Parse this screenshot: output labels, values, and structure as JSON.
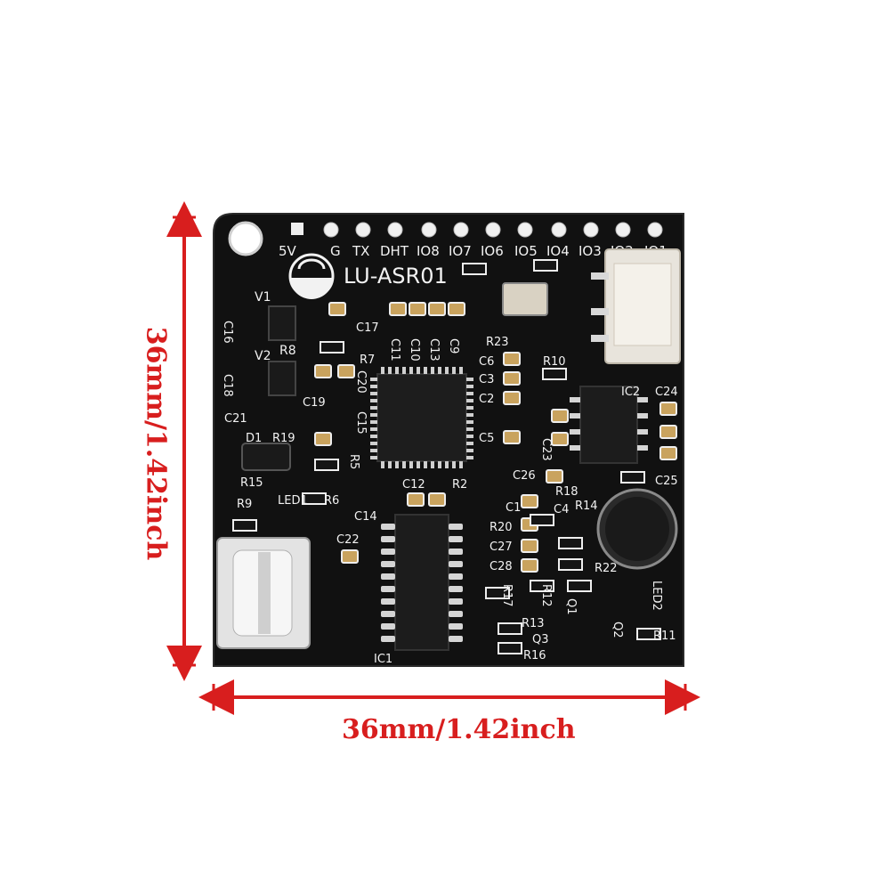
{
  "dimensions": {
    "width_label": "36mm/1.42inch",
    "height_label": "36mm/1.42inch",
    "color": "#d81e1e"
  },
  "board": {
    "name": "LU-ASR01",
    "pcb_color": "#111111",
    "silkscreen_color": "#f2f2f2",
    "pin_labels": [
      "5V",
      "G",
      "TX",
      "DHT",
      "IO8",
      "IO7",
      "IO6",
      "IO5",
      "IO4",
      "IO3",
      "IO2",
      "IO1"
    ],
    "component_labels": {
      "v1": "V1",
      "v2": "V2",
      "c16": "C16",
      "c18": "C18",
      "r8": "R8",
      "c17": "C17",
      "c11": "C11",
      "c10": "C10",
      "c13": "C13",
      "c9": "C9",
      "r7": "R7",
      "c20": "C20",
      "c19": "C19",
      "c21": "C21",
      "d1": "D1",
      "r19": "R19",
      "c15": "C15",
      "r5": "R5",
      "r15": "R15",
      "led1": "LED1",
      "r6": "R6",
      "r9": "R9",
      "c12": "C12",
      "r2": "R2",
      "c14": "C14",
      "c22": "C22",
      "ic1": "IC1",
      "r23": "R23",
      "c6": "C6",
      "r10": "R10",
      "c3": "C3",
      "c2": "C2",
      "c5": "C5",
      "c23": "C23",
      "ic2": "IC2",
      "c24": "C24",
      "c26": "C26",
      "r18": "R18",
      "c25": "C25",
      "c1": "C1",
      "c4": "C4",
      "r14": "R14",
      "r20": "R20",
      "c27": "C27",
      "c28": "C28",
      "r22": "R22",
      "r17": "R17",
      "r12": "R12",
      "r13": "R13",
      "q1": "Q1",
      "led2": "LED2",
      "q2": "Q2",
      "q3": "Q3",
      "r16": "R16",
      "r11": "R11"
    }
  }
}
